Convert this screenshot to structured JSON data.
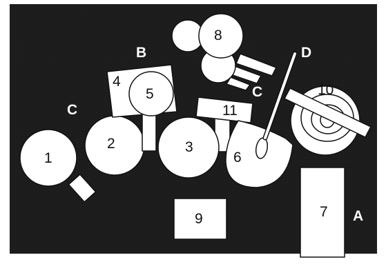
{
  "colors": {
    "background": "#1b1b1b",
    "shape_fill": "#ffffff",
    "outline": "#111111"
  },
  "figure": {
    "objects": [
      {
        "id": "1",
        "label": "1"
      },
      {
        "id": "2",
        "label": "2"
      },
      {
        "id": "3",
        "label": "3"
      },
      {
        "id": "4",
        "label": "4"
      },
      {
        "id": "5",
        "label": "5"
      },
      {
        "id": "6",
        "label": "6"
      },
      {
        "id": "7",
        "label": "7"
      },
      {
        "id": "8",
        "label": "8"
      },
      {
        "id": "9",
        "label": "9"
      },
      {
        "id": "10",
        "label": "10"
      },
      {
        "id": "11",
        "label": "11"
      }
    ],
    "letters": {
      "a": "A",
      "b": "B",
      "c_left": "C",
      "c_right": "C",
      "d": "D"
    }
  }
}
